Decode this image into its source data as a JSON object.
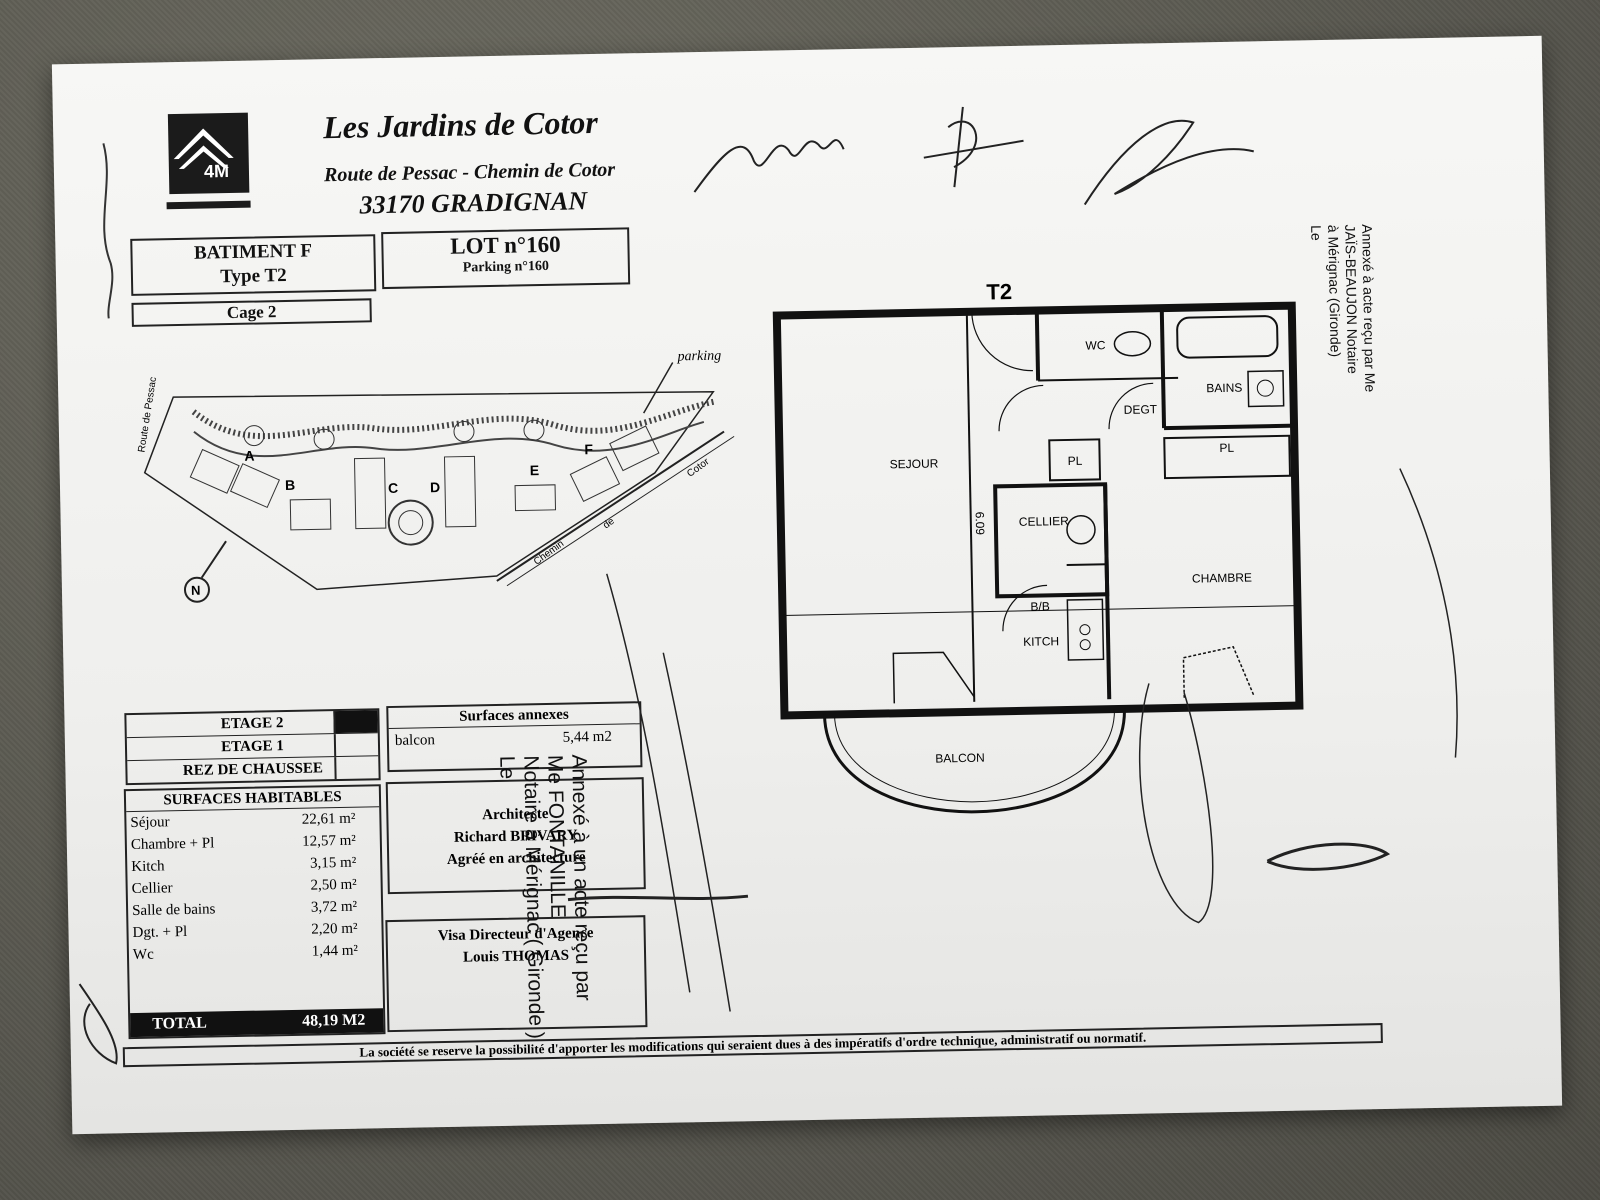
{
  "header": {
    "logo_text": "4M",
    "title": "Les Jardins de Cotor",
    "address": "Route de Pessac - Chemin de Cotor",
    "city": "33170 GRADIGNAN"
  },
  "building": {
    "batiment": "BATIMENT F",
    "type": "Type T2",
    "cage": "Cage 2"
  },
  "lot": {
    "number": "LOT n°160",
    "parking": "Parking n°160"
  },
  "site_plan": {
    "parking_annotation": "parking",
    "road_pessac": "Route de Pessac",
    "road_cotor": "Chemin de Cotor",
    "chemin_label": "Chemin",
    "de_label": "de",
    "cotor_label": "Cotor",
    "building_letters": [
      "A",
      "B",
      "C",
      "D",
      "E",
      "F"
    ],
    "north": "N"
  },
  "plan": {
    "title": "T2",
    "rooms": {
      "sejour": "SEJOUR",
      "chambre": "CHAMBRE",
      "cellier": "CELLIER",
      "wc": "WC",
      "bains": "BAINS",
      "degt": "DEGT",
      "pl1": "PL",
      "pl2": "PL",
      "bb": "B/B",
      "kitch": "KITCH",
      "balcon": "BALCON"
    },
    "dimension": "6.09"
  },
  "etages": {
    "rows": [
      "ETAGE 2",
      "ETAGE 1",
      "REZ DE CHAUSSEE"
    ],
    "selected_index": 0
  },
  "annexes": {
    "title": "Surfaces annexes",
    "label": "balcon",
    "value": "5,44 m2"
  },
  "surfaces": {
    "title": "SURFACES HABITABLES",
    "rows": [
      {
        "label": "Séjour",
        "value": "22,61 m²"
      },
      {
        "label": "Chambre + Pl",
        "value": "12,57 m²"
      },
      {
        "label": "Kitch",
        "value": "3,15 m²"
      },
      {
        "label": "Cellier",
        "value": "2,50 m²"
      },
      {
        "label": "Salle de bains",
        "value": "3,72 m²"
      },
      {
        "label": "Dgt. + Pl",
        "value": "2,20 m²"
      },
      {
        "label": "Wc",
        "value": "1,44 m²"
      }
    ],
    "total_label": "TOTAL",
    "total_value": "48,19 M2"
  },
  "architect": {
    "line1": "Architecte",
    "line2": "Richard BRIVARY",
    "line3": "Agréé en architecture"
  },
  "visa": {
    "line1": "Visa Directeur d'Agence",
    "line2": "Louis THOMAS"
  },
  "footer": "La société se reserve la possibilité d'apporter les modifications qui seraient dues à des impératifs d'ordre technique, administratif ou normatif.",
  "stamp_left": {
    "line1": "Annexé à un acte reçu par",
    "line2": "Me FONTANILLE",
    "line3": "Notaire à Mérignac ( Gironde )",
    "line4": "Le"
  },
  "stamp_right": {
    "line1": "Annexé à acte reçu par Me",
    "line2": "JAÏS-BEAUJON Notaire",
    "line3": "à Mérignac (Gironde)",
    "line4": "Le"
  },
  "colors": {
    "ink": "#111111",
    "paper": "#f3f3f1",
    "background": "#5e5d55"
  }
}
